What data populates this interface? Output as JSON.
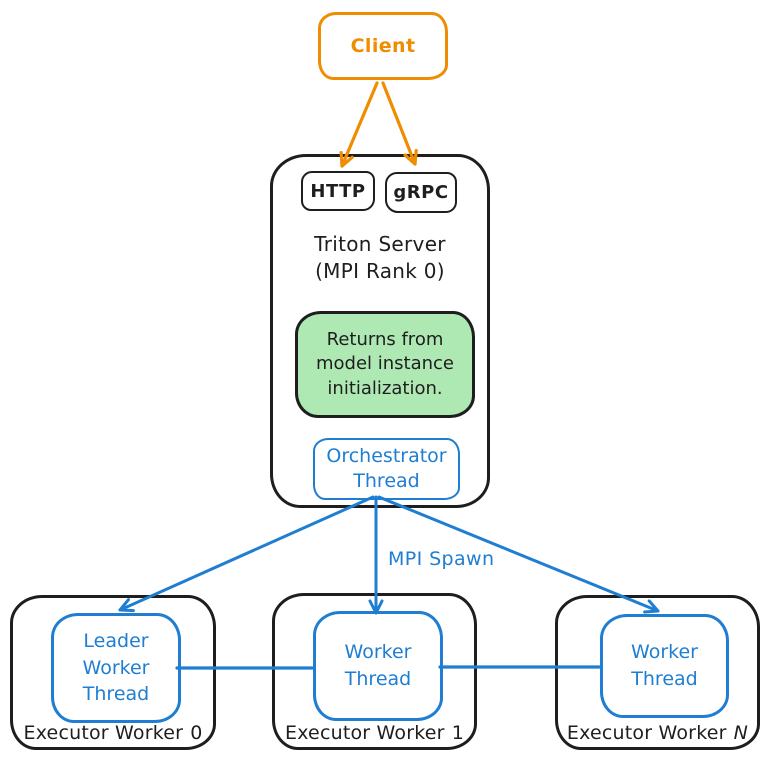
{
  "colors": {
    "ink": "#1e1e1e",
    "orange": "#f08c00",
    "blue": "#1f7ed2",
    "note_fill": "#aee9b4",
    "background": "#ffffff"
  },
  "nodes": {
    "client": {
      "label": "Client"
    },
    "triton_server": {
      "http_label": "HTTP",
      "grpc_label": "gRPC",
      "title_line1": "Triton Server",
      "title_line2": "(MPI Rank 0)",
      "note_text": "Returns from model instance initialization.",
      "orchestrator_label": "Orchestrator Thread"
    },
    "workers": [
      {
        "thread_label": "Leader Worker Thread",
        "name_prefix": "Executor Worker",
        "name_suffix": "0"
      },
      {
        "thread_label": "Worker Thread",
        "name_prefix": "Executor Worker",
        "name_suffix": "1"
      },
      {
        "thread_label": "Worker Thread",
        "name_prefix": "Executor Worker",
        "name_suffix": "N"
      }
    ]
  },
  "edges": {
    "mpi_spawn_label": "MPI Spawn"
  }
}
